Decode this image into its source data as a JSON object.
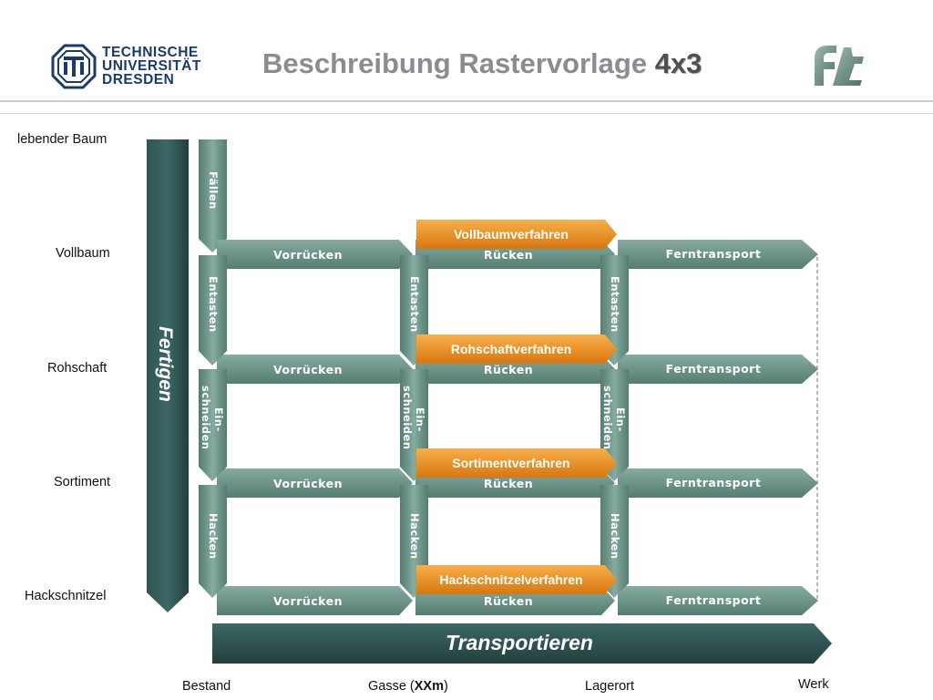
{
  "header": {
    "title_main": "Beschreibung Rastervorlage ",
    "title_highlight": "4x3",
    "university_lines": [
      "TECHNISCHE",
      "UNIVERSITÄT",
      "DRESDEN"
    ]
  },
  "rows": [
    {
      "label": "lebender Baum"
    },
    {
      "label": "Vollbaum"
    },
    {
      "label": "Rohschaft"
    },
    {
      "label": "Sortiment"
    },
    {
      "label": "Hackschnitzel"
    }
  ],
  "columns": [
    {
      "label_pre": "Bestand",
      "label_bold": "",
      "label_post": ""
    },
    {
      "label_pre": "Gasse (",
      "label_bold": "XXm",
      "label_post": ")"
    },
    {
      "label_pre": "Lagerort",
      "label_bold": "",
      "label_post": ""
    },
    {
      "label_pre": "Werk",
      "label_bold": "",
      "label_post": ""
    }
  ],
  "process": {
    "vertical_axis": "Fertigen",
    "horizontal_axis": "Transportieren",
    "fell": "Fällen",
    "move_forward": "Vorrücken",
    "skid": "Rücken",
    "long_haul": "Ferntransport",
    "delimb": "Entasten",
    "cut_line1": "Ein-",
    "cut_line2": "schneiden",
    "chip": "Hacken"
  },
  "methods": [
    {
      "label": "Vollbaumverfahren"
    },
    {
      "label": "Rohschaftverfahren"
    },
    {
      "label": "Sortimentverfahren"
    },
    {
      "label": "Hackschnitzelverfahren"
    }
  ],
  "colors": {
    "teal_light": "#6b9489",
    "teal_dark": "#2b4f4e",
    "orange_light": "#f6a93b",
    "orange_dark": "#dc7a12",
    "tud_blue": "#1a3a6b",
    "title_gray": "#8a8d8f"
  }
}
